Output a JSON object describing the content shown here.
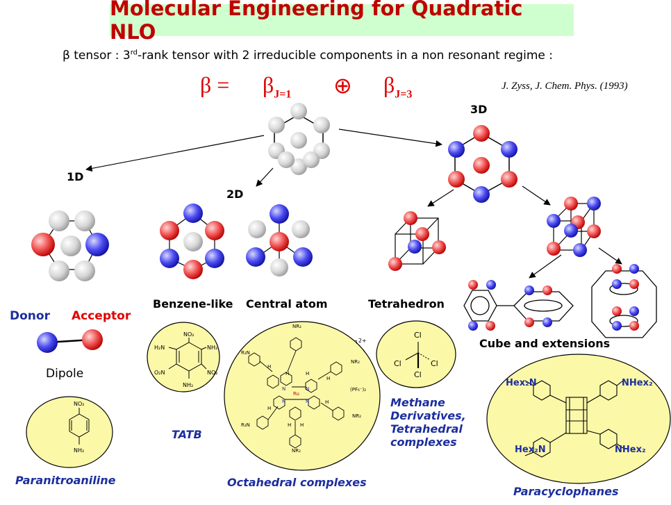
{
  "title": "Molecular Engineering for Quadratic NLO",
  "subtitle_pre": "β tensor : 3",
  "subtitle_sup": "rd",
  "subtitle_post": "-rank tensor with 2 irreducible components in a non resonant regime :",
  "equation": {
    "lhs": "β =",
    "term1": "β",
    "term1_sub": "J=1",
    "op": "⊕",
    "term2": "β",
    "term2_sub": "J=3"
  },
  "reference": "J. Zyss, J. Chem. Phys. (1993)",
  "labels": {
    "one_d": "1D",
    "two_d": "2D",
    "three_d": "3D",
    "benzene_like": "Benzene-like",
    "central_atom": "Central atom",
    "tetrahedron": "Tetrahedron",
    "cube_ext": "Cube and extensions",
    "donor": "Donor",
    "acceptor": "Acceptor",
    "dipole": "Dipole"
  },
  "molecules": {
    "tatb": "TATB",
    "octahedral": "Octahedral complexes",
    "methane": [
      "Methane",
      "Derivatives,",
      "Tetrahedral",
      "complexes"
    ],
    "paranitroaniline": "Paranitroaniline",
    "paracyclophanes": "Paracyclophanes"
  },
  "structure_text": {
    "no2": "NO₂",
    "nh2": "NH₂",
    "h2n": "H₂N",
    "o2n": "O₂N",
    "nr2": "NR₂",
    "r2n": "R₂N",
    "charge": "┐2+",
    "counter_ion": "(PF₆⁻)₂",
    "h": "H",
    "n": "N",
    "ru": "Ru",
    "cl": "Cl",
    "hex2n": "Hex₂N",
    "nhex2": "NHex₂"
  },
  "colors": {
    "title_bg": "#cfffcf",
    "title_fg": "#c00000",
    "red": "#e00000",
    "blue": "#1c2e9e",
    "ellipse": "#fbf8a8"
  }
}
